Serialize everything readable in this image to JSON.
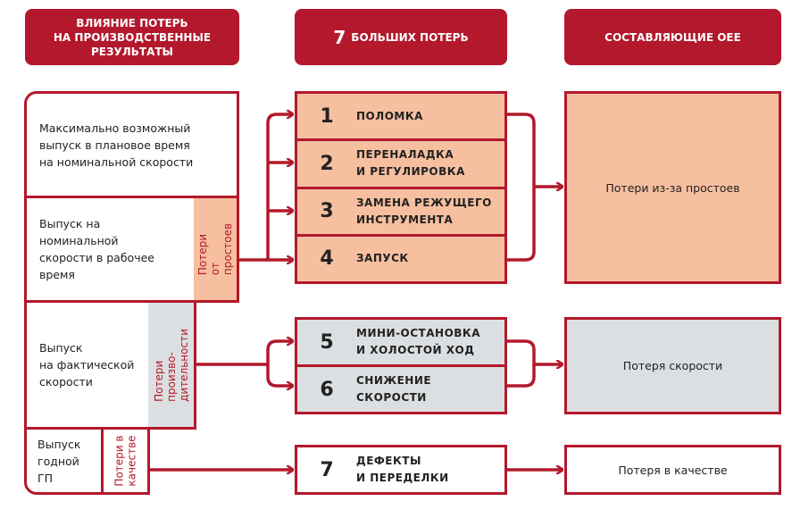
{
  "headers": {
    "impact": "ВЛИЯНИЕ ПОТЕРЬ\nНА ПРОИЗВОДСТВЕННЫЕ\nРЕЗУЛЬТАТЫ",
    "big_losses_number": "7",
    "big_losses": "БОЛЬШИХ ПОТЕРЬ",
    "oee": "СОСТАВЛЯЮЩИЕ OEE"
  },
  "output_levels": [
    {
      "label": "Максимально возможный\nвыпуск в плановое время\nна номинальной скорости"
    },
    {
      "label": "Выпуск на\nноминальной\nскорости в рабочее\nвремя",
      "loss": "Потери\nот простоев"
    },
    {
      "label": "Выпуск\nна фактической\nскорости",
      "loss": "Потери произво-\nдительности"
    },
    {
      "label": "Выпуск\nгодной\nГП",
      "loss": "Потери в\nкачестве"
    }
  ],
  "losses": [
    {
      "num": "1",
      "label": "ПОЛОМКА"
    },
    {
      "num": "2",
      "label": "ПЕРЕНАЛАДКА\nИ РЕГУЛИРОВКА"
    },
    {
      "num": "3",
      "label": "ЗАМЕНА РЕЖУЩЕГО\nИНСТРУМЕНТА"
    },
    {
      "num": "4",
      "label": "ЗАПУСК"
    },
    {
      "num": "5",
      "label": "МИНИ-ОСТАНОВКА\nИ ХОЛОСТОЙ ХОД"
    },
    {
      "num": "6",
      "label": "СНИЖЕНИЕ\nСКОРОСТИ"
    },
    {
      "num": "7",
      "label": "ДЕФЕКТЫ\nИ ПЕРЕДЕЛКИ"
    }
  ],
  "oee_components": [
    {
      "label": "Потери из-за простоев"
    },
    {
      "label": "Потеря скорости"
    },
    {
      "label": "Потеря в качестве"
    }
  ],
  "colors": {
    "accent": "#b3182c",
    "downtime": "#f6bf9f",
    "speed": "#dcdfe1"
  }
}
